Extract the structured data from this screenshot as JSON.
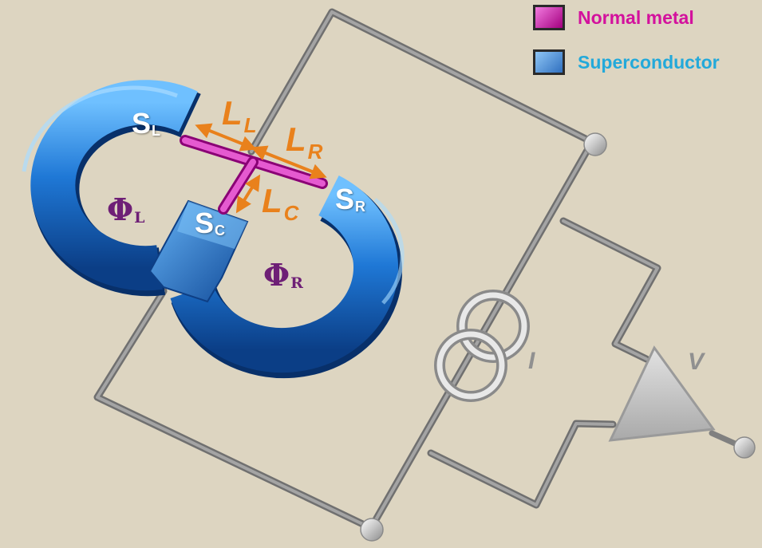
{
  "legend": [
    {
      "label": "Normal metal",
      "color": "#c8009a",
      "text_color": "#d3119d"
    },
    {
      "label": "Superconductor",
      "color": "#3c8ad8",
      "text_color": "#23a9da"
    }
  ],
  "electrodes": {
    "left": {
      "letter": "S",
      "sub": "L"
    },
    "center": {
      "letter": "S",
      "sub": "C"
    },
    "right": {
      "letter": "S",
      "sub": "R"
    }
  },
  "fluxes": {
    "left": {
      "symbol": "Φ",
      "sub": "L"
    },
    "right": {
      "symbol": "Φ",
      "sub": "R"
    }
  },
  "lengths": {
    "left": {
      "letter": "L",
      "sub": "L"
    },
    "right": {
      "letter": "L",
      "sub": "R"
    },
    "center": {
      "letter": "L",
      "sub": "C"
    }
  },
  "circuit": {
    "current_label": "I",
    "voltage_label": "V"
  },
  "colors": {
    "background": "#ddd5c1",
    "superconductor": "#1f78d6",
    "normal_metal": "#e040c8",
    "length_arrow": "#e9811c",
    "wire": "#8c8c8c",
    "flux_text": "#6e1f76"
  }
}
